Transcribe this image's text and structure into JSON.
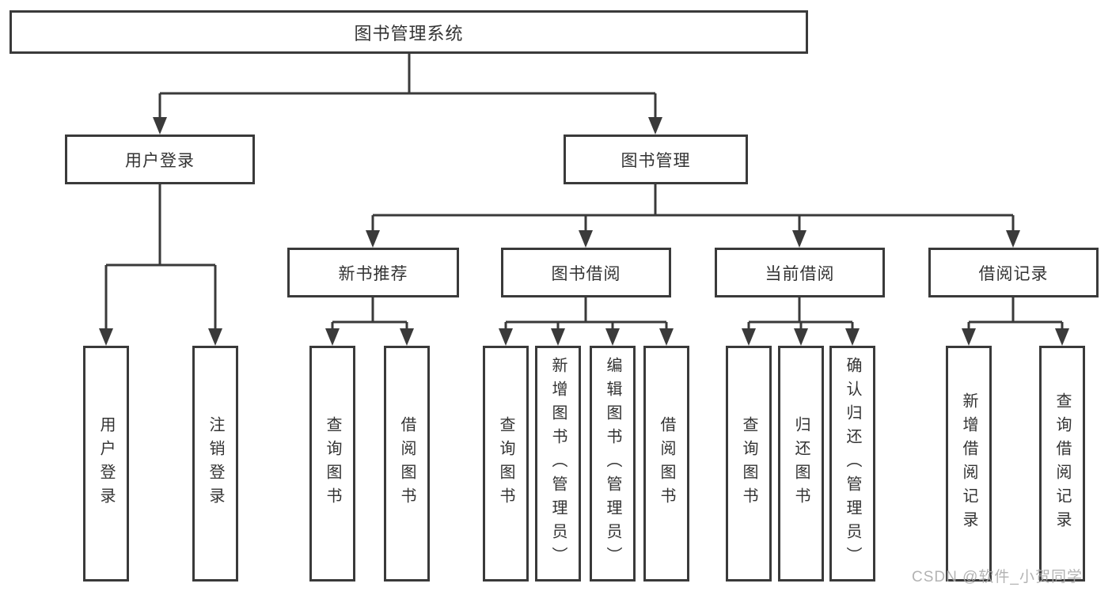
{
  "tree": {
    "label": "图书管理系统",
    "children": [
      {
        "label": "用户登录",
        "children": [
          {
            "label": "用户登录"
          },
          {
            "label": "注销登录"
          }
        ]
      },
      {
        "label": "图书管理",
        "children": [
          {
            "label": "新书推荐",
            "children": [
              {
                "label": "查询图书"
              },
              {
                "label": "借阅图书"
              }
            ]
          },
          {
            "label": "图书借阅",
            "children": [
              {
                "label": "查询图书"
              },
              {
                "label": "新增图书（管理员）"
              },
              {
                "label": "编辑图书（管理员）"
              },
              {
                "label": "借阅图书"
              }
            ]
          },
          {
            "label": "当前借阅",
            "children": [
              {
                "label": "查询图书"
              },
              {
                "label": "归还图书"
              },
              {
                "label": "确认归还（管理员）"
              }
            ]
          },
          {
            "label": "借阅记录",
            "children": [
              {
                "label": "新增借阅记录"
              },
              {
                "label": "查询借阅记录"
              }
            ]
          }
        ]
      }
    ]
  },
  "watermark": {
    "text": "CSDN @软件_小贺同学"
  },
  "colors": {
    "line": "#3a3a3a",
    "text": "#333333",
    "watermark": "#ababab",
    "bg": "#ffffff"
  }
}
